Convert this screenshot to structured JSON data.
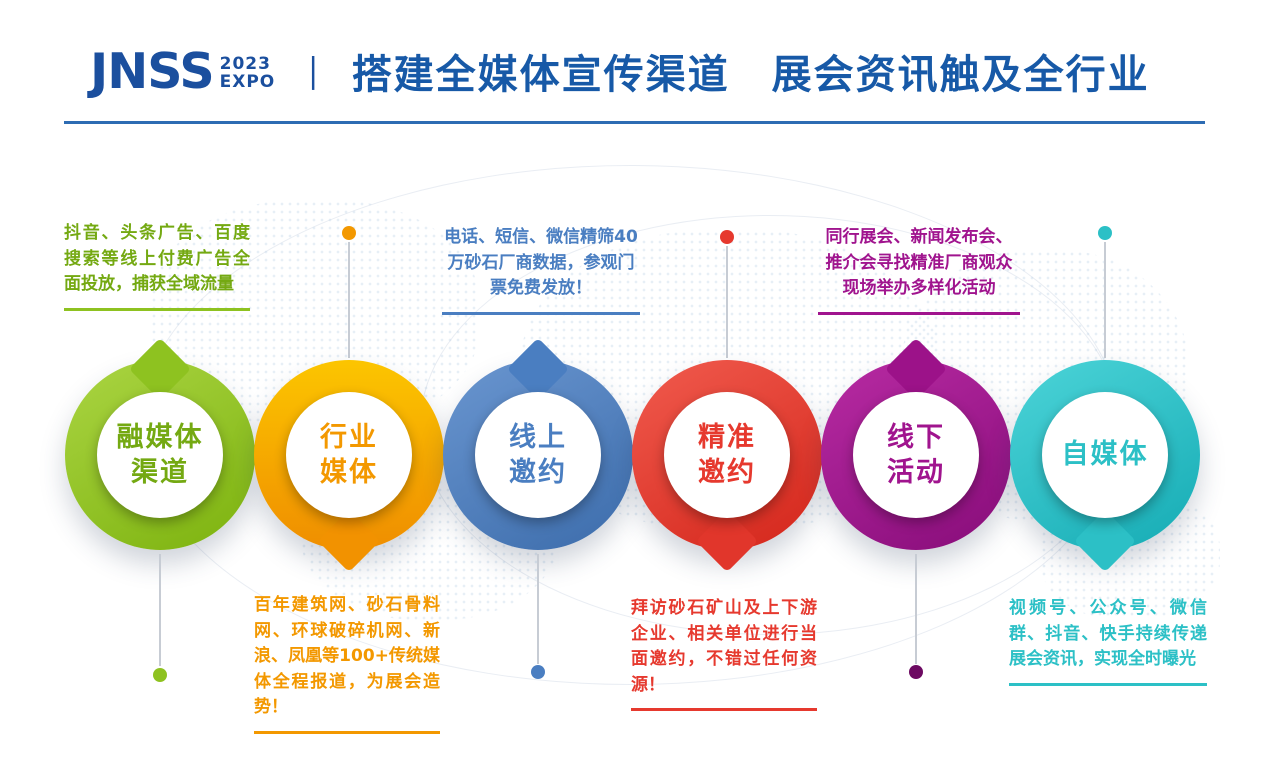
{
  "header": {
    "logo_main": "JNSS",
    "logo_year": "2023",
    "logo_sub": "EXPO",
    "separator": "|",
    "title": "搭建全媒体宣传渠道　展会资讯触及全行业",
    "brand_color": "#1b4f9e",
    "divider_color": "#2d6cb3"
  },
  "channels": [
    {
      "name": "融媒体渠道",
      "label_lines": [
        "融媒体",
        "渠道"
      ],
      "color": "#8ec220",
      "description": "抖音、头条广告、百度搜索等线上付费广告全面投放，捕获全域流量"
    },
    {
      "name": "行业媒体",
      "label_lines": [
        "行业",
        "媒体"
      ],
      "color": "#f39800",
      "description": "百年建筑网、砂石骨料网、环球破碎机网、新浪、凤凰等100+传统媒体全程报道，为展会造势！"
    },
    {
      "name": "线上邀约",
      "label_lines": [
        "线上",
        "邀约"
      ],
      "color": "#4a7ec1",
      "description": "电话、短信、微信精筛40万砂石厂商数据，参观门票免费发放！"
    },
    {
      "name": "精准邀约",
      "label_lines": [
        "精准",
        "邀约"
      ],
      "color": "#e6392e",
      "description": "拜访砂石矿山及上下游企业、相关单位进行当面邀约，不错过任何资源！"
    },
    {
      "name": "线下活动",
      "label_lines": [
        "线下",
        "活动"
      ],
      "color": "#a0148e",
      "description": "同行展会、新闻发布会、推介会寻找精准厂商观众现场举办多样化活动"
    },
    {
      "name": "自媒体",
      "label_lines": [
        "自媒体"
      ],
      "color": "#2cc0c6",
      "description": "视频号、公众号、微信群、抖音、快手持续传递展会资讯，实现全时曝光"
    }
  ]
}
